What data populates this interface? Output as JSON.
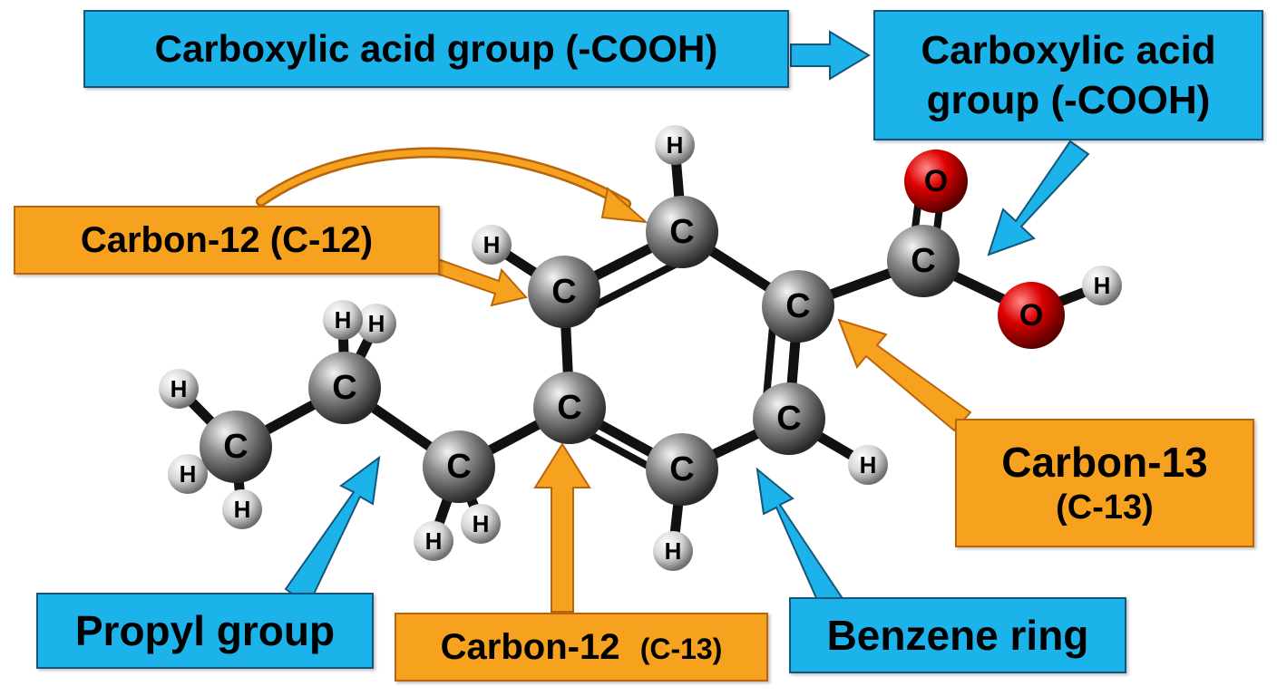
{
  "labels": {
    "carboxyl_top": "Carboxylic acid group (-COOH)",
    "carboxyl_right_line1": "Carboxylic acid",
    "carboxyl_right_line2": "group (-COOH)",
    "carbon12_top": "Carbon-12 (C-12)",
    "carbon13_right_line1": "Carbon-13",
    "carbon13_right_line2": "(C-13)",
    "propyl": "Propyl group",
    "carbon12_bottom_main": "Carbon-12",
    "carbon12_bottom_sub": "(C-13)",
    "benzene": "Benzene ring"
  },
  "atom_symbols": {
    "carbon": "C",
    "hydrogen": "H",
    "oxygen": "O"
  },
  "colors": {
    "blue_label": "#1cb3ea",
    "orange_label": "#f7a21e",
    "carbon_atom": "#777777",
    "hydrogen_atom": "#e8e8e8",
    "oxygen_atom": "#cc0000",
    "bond": "#111111"
  }
}
